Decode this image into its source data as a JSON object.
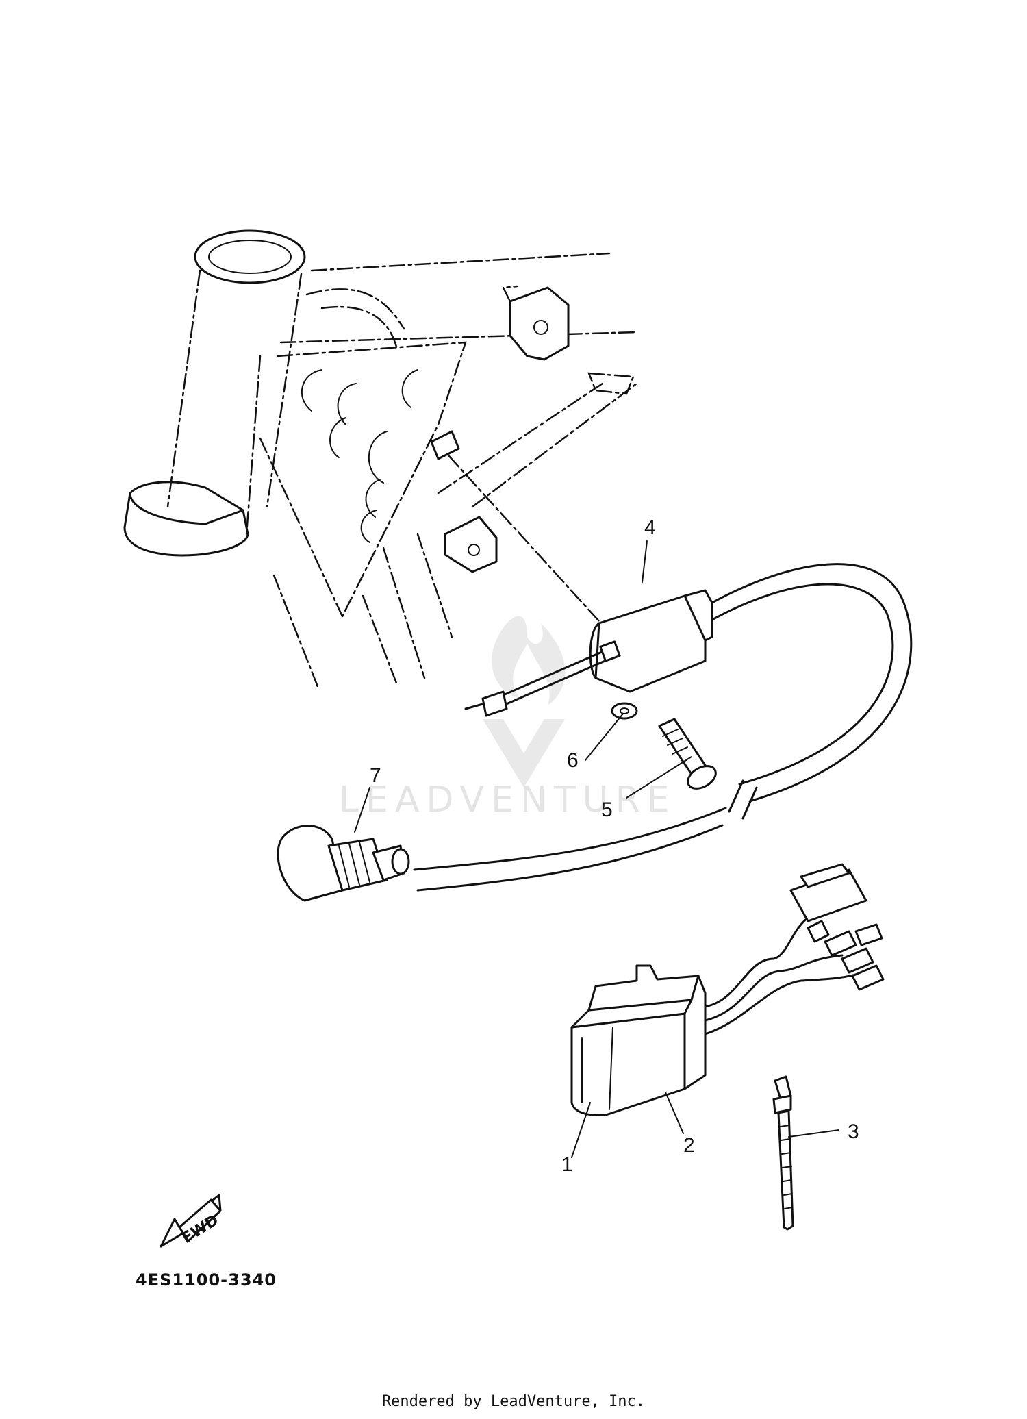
{
  "diagram": {
    "part_code": "4ES1100-3340",
    "fwd_label": "FWD",
    "watermark": "LEADVENTURE",
    "footer": "Rendered by LeadVenture, Inc.",
    "callouts": [
      {
        "id": "1",
        "label": "1"
      },
      {
        "id": "2",
        "label": "2"
      },
      {
        "id": "3",
        "label": "3"
      },
      {
        "id": "4",
        "label": "4"
      },
      {
        "id": "5",
        "label": "5"
      },
      {
        "id": "6",
        "label": "6"
      },
      {
        "id": "7",
        "label": "7"
      }
    ]
  }
}
